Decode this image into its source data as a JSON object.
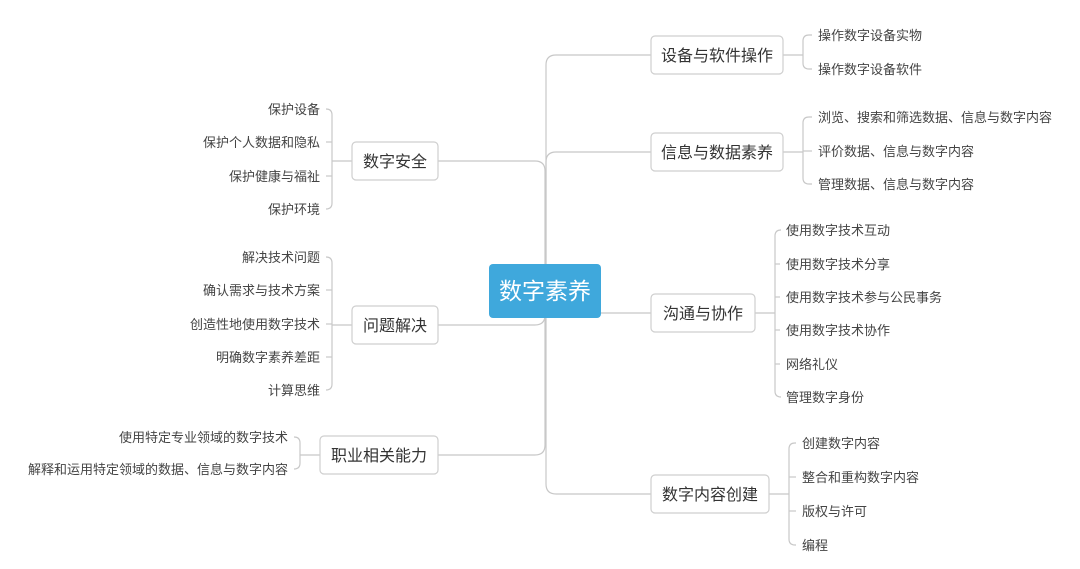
{
  "center": {
    "label": "数字素养",
    "fill": "#3fa8dc",
    "text_color": "#ffffff"
  },
  "branches": [
    {
      "id": "devices",
      "label": "设备与软件操作",
      "side": "right",
      "children": [
        "操作数字设备实物",
        "操作数字设备软件"
      ]
    },
    {
      "id": "info",
      "label": "信息与数据素养",
      "side": "right",
      "children": [
        "浏览、搜索和筛选数据、信息与数字内容",
        "评价数据、信息与数字内容",
        "管理数据、信息与数字内容"
      ]
    },
    {
      "id": "communicate",
      "label": "沟通与协作",
      "side": "right",
      "children": [
        "使用数字技术互动",
        "使用数字技术分享",
        "使用数字技术参与公民事务",
        "使用数字技术协作",
        "网络礼仪",
        "管理数字身份"
      ]
    },
    {
      "id": "create",
      "label": "数字内容创建",
      "side": "right",
      "children": [
        "创建数字内容",
        "整合和重构数字内容",
        "版权与许可",
        "编程"
      ]
    },
    {
      "id": "safety",
      "label": "数字安全",
      "side": "left",
      "children": [
        "保护设备",
        "保护个人数据和隐私",
        "保护健康与福祉",
        "保护环境"
      ]
    },
    {
      "id": "problem",
      "label": "问题解决",
      "side": "left",
      "children": [
        "解决技术问题",
        "确认需求与技术方案",
        "创造性地使用数字技术",
        "明确数字素养差距",
        "计算思维"
      ]
    },
    {
      "id": "career",
      "label": "职业相关能力",
      "side": "left",
      "children": [
        "使用特定专业领域的数字技术",
        "解释和运用特定领域的数据、信息与数字内容"
      ]
    }
  ],
  "colors": {
    "line": "#c8c8c8",
    "box_border": "#cfcfcf",
    "text": "#333333",
    "leaf_text": "#444444"
  }
}
